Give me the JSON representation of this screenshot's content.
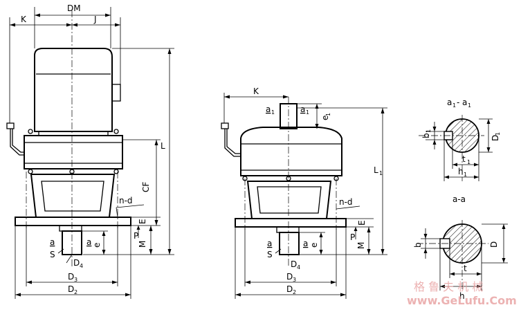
{
  "labels": {
    "DM": "DM",
    "K": "K",
    "J": "J",
    "L": "L",
    "CF": "CF",
    "n_d": "n-d",
    "E": "E",
    "P": "P",
    "M": "M",
    "e": "e",
    "a": "a",
    "S": "S",
    "D4": "D",
    "D4_sub": "4",
    "D3": "D",
    "D3_sub": "3",
    "D2": "D",
    "D2_sub": "2",
    "L1": "L",
    "L1_sub": "1",
    "e1": "e",
    "e1_sub": "1",
    "a1": "a",
    "a1_sub": "1",
    "section_a1": "a",
    "section_a1_sub": "1",
    "section_dash": "-",
    "section_a1b": "a",
    "section_a1b_sub": "1",
    "section_a": "a-a",
    "b1": "b",
    "b1_sub": "1",
    "t1": "t",
    "t1_sub": "1",
    "h1": "h",
    "h1_sub": "1",
    "D1": "D",
    "D1_sub": "1",
    "b": "b",
    "t": "t",
    "h": "h",
    "D": "D"
  },
  "watermark": {
    "cn": "格 鲁 夫 机 械",
    "url": "www.GeLufu.Com"
  },
  "colors": {
    "line": "#000000",
    "background": "#ffffff",
    "watermark": "#e8a0a0"
  }
}
